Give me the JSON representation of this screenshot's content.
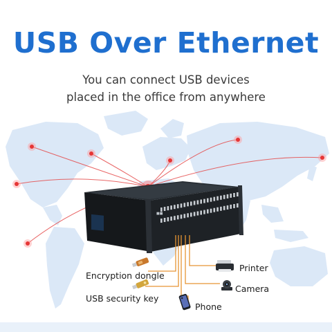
{
  "headline": "USB Over Ethernet",
  "subheading": {
    "line1": "You can connect USB devices",
    "line2": "placed in the office from anywhere"
  },
  "device_labels": {
    "encryption_dongle": "Encryption dongle",
    "usb_security_key": "USB security key",
    "printer": "Printer",
    "camera": "Camera",
    "phone": "Phone"
  },
  "colors": {
    "headline": "#1f6fcf",
    "map": "#dbe8f7",
    "link_lines": "#e54b4b",
    "cables": "#e69434",
    "device_body": "#1e2226"
  },
  "icons": [
    "location-dot-icon",
    "usb-dongle-icon",
    "usb-key-icon",
    "printer-icon",
    "camera-icon",
    "phone-icon"
  ]
}
